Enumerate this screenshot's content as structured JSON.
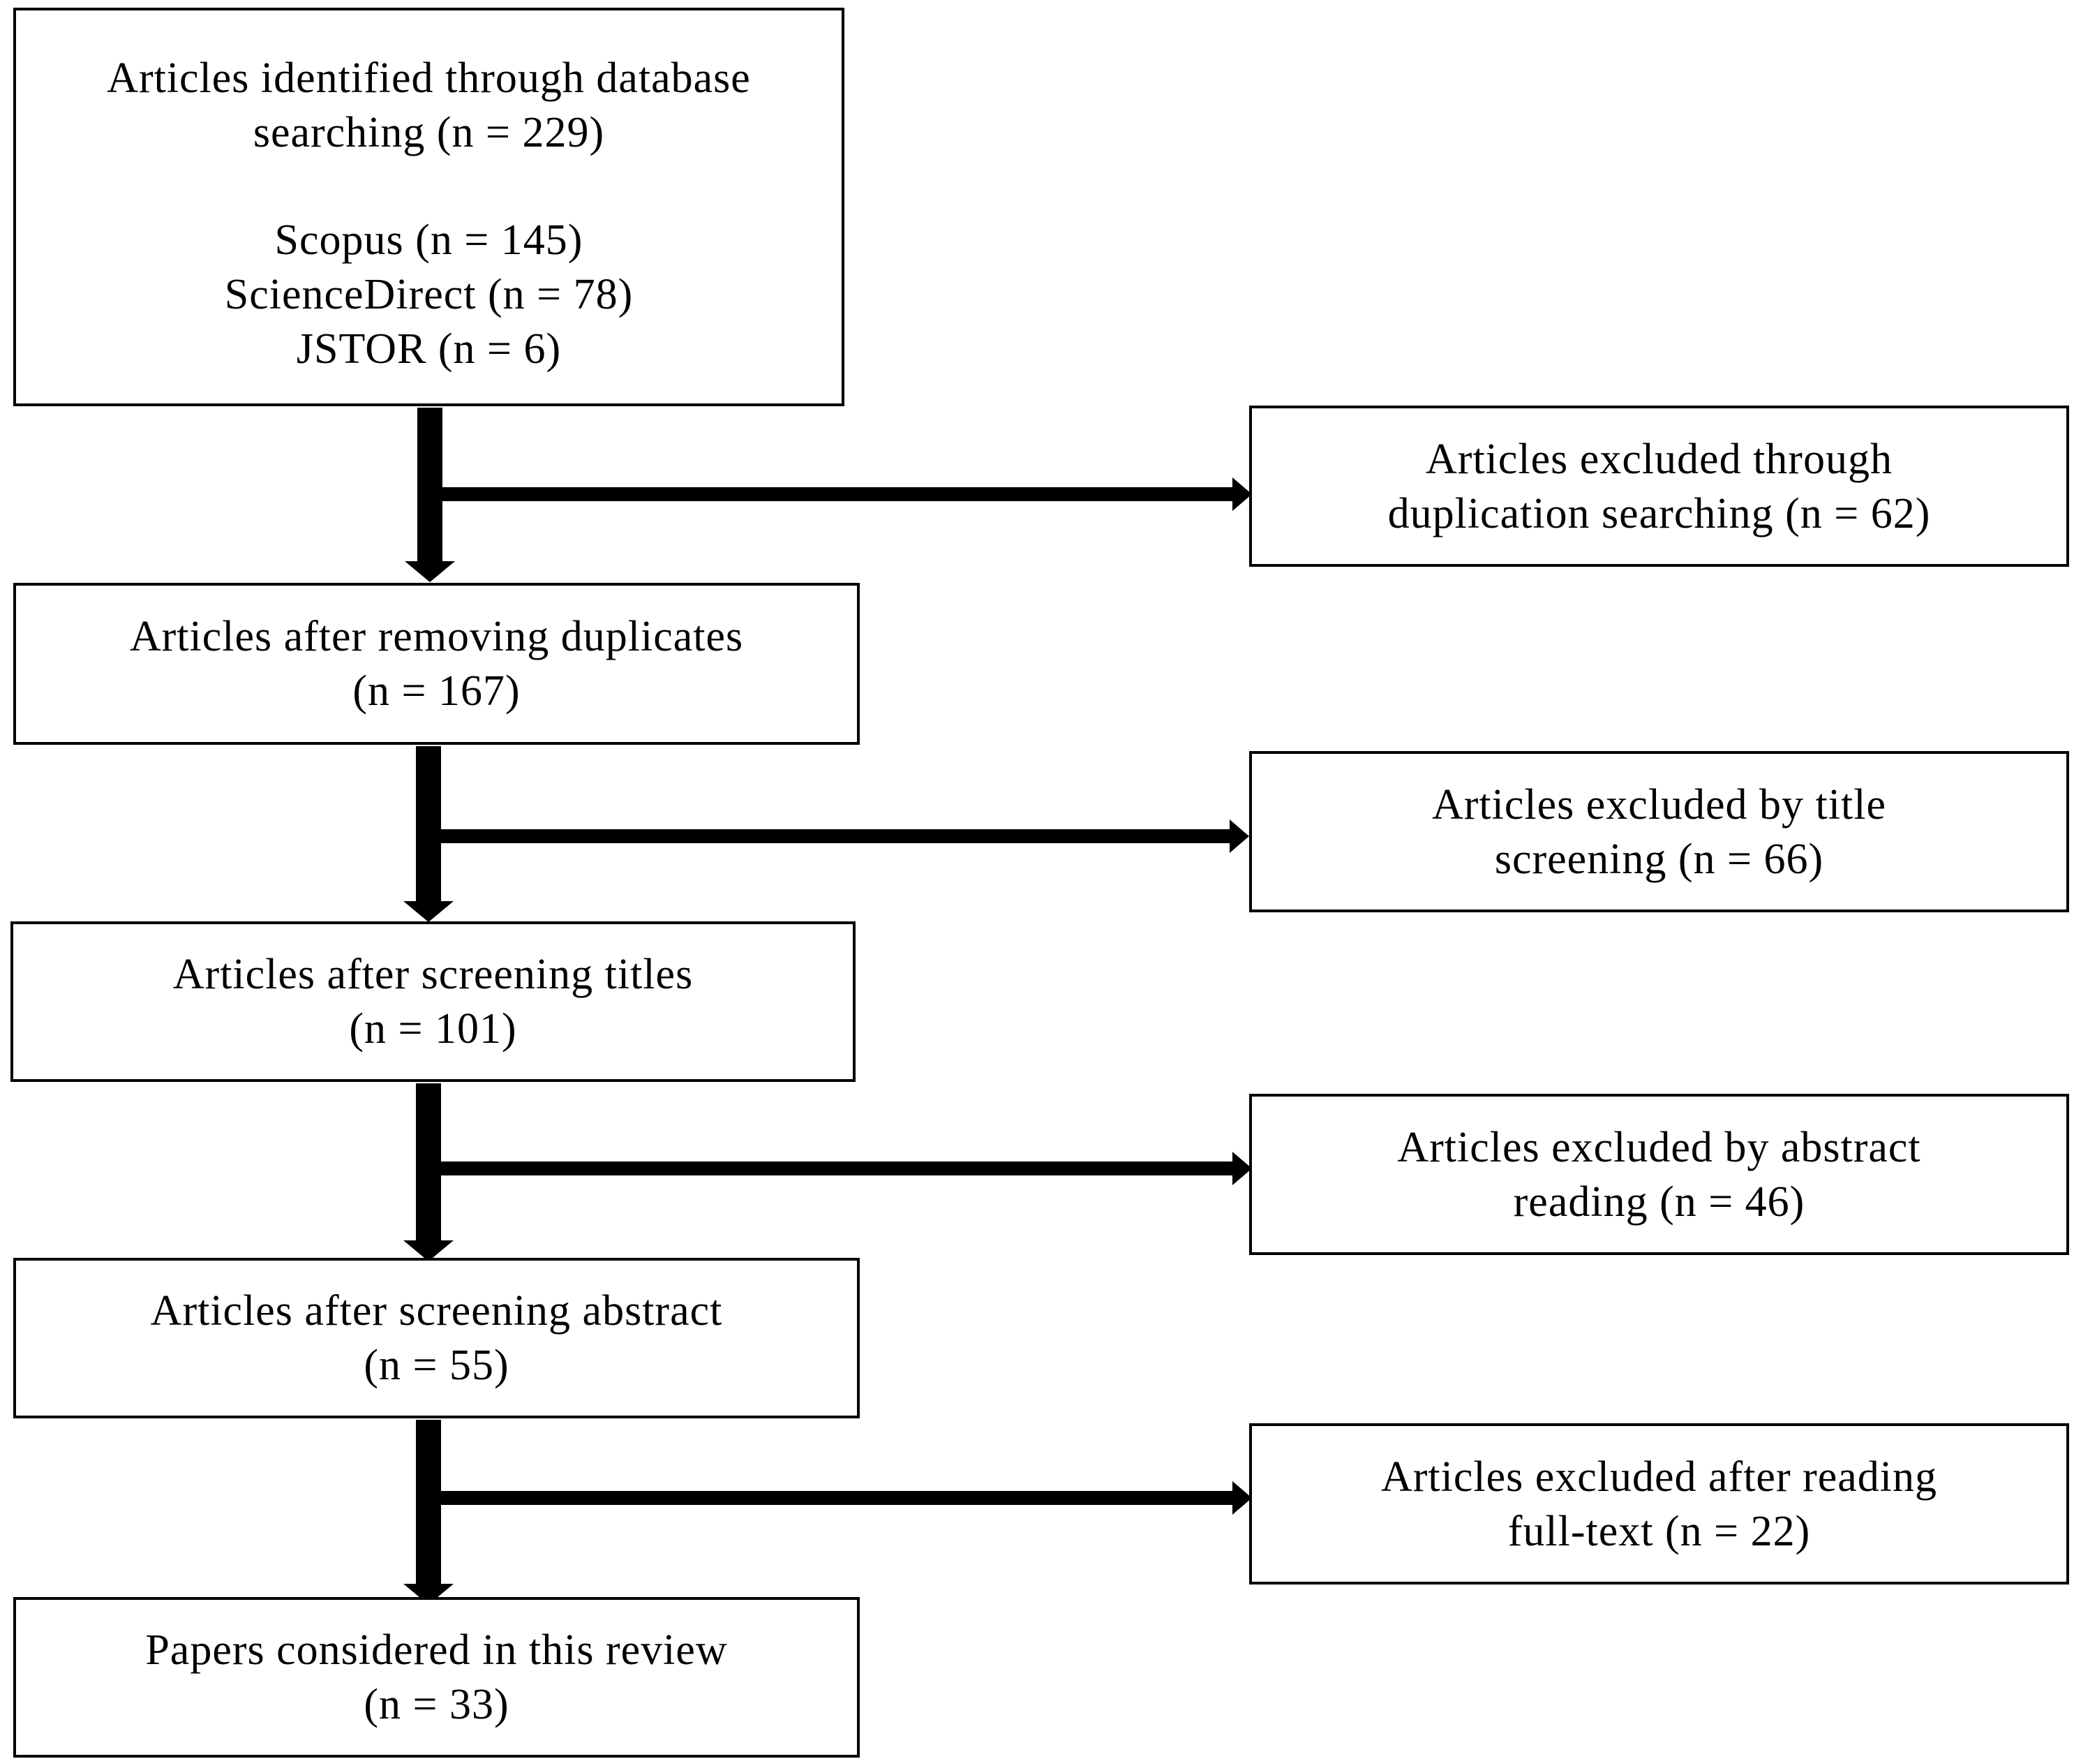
{
  "colors": {
    "stroke": "#000000",
    "background": "#ffffff",
    "text": "#000000"
  },
  "flow": {
    "identified": {
      "line1": "Articles identified through database",
      "line2": "searching (n = 229)",
      "sources": [
        "Scopus (n = 145)",
        "ScienceDirect (n = 78)",
        "JSTOR (n = 6)"
      ]
    },
    "after_duplicates": {
      "line1": "Articles after removing duplicates",
      "line2": "(n = 167)"
    },
    "after_titles": {
      "line1": "Articles after screening titles",
      "line2": "(n = 101)"
    },
    "after_abstract": {
      "line1": "Articles after screening abstract",
      "line2": "(n = 55)"
    },
    "included": {
      "line1": "Papers considered in this review",
      "line2": "(n = 33)"
    }
  },
  "exclusions": {
    "duplicates": {
      "line1": "Articles excluded through",
      "line2": "duplication searching (n = 62)"
    },
    "titles": {
      "line1": "Articles excluded by title",
      "line2": "screening (n = 66)"
    },
    "abstract": {
      "line1": "Articles excluded by abstract",
      "line2": "reading (n = 46)"
    },
    "fulltext": {
      "line1": "Articles excluded after reading",
      "line2": "full-text (n = 22)"
    }
  }
}
